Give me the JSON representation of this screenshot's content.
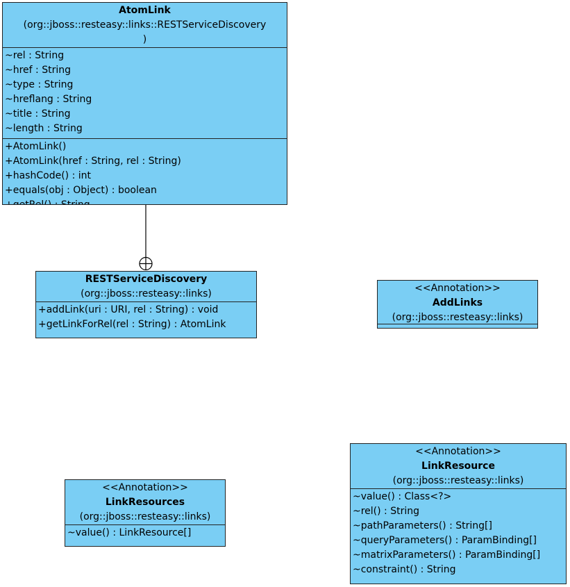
{
  "classes": {
    "atomlink": {
      "name": "AtomLink",
      "package": "(org::jboss::resteasy::links::RESTServiceDiscovery",
      "package_end": ")",
      "attributes": [
        "~rel : String",
        "~href : String",
        "~type : String",
        "~hreflang : String",
        "~title : String",
        "~length : String"
      ],
      "operations": [
        "+AtomLink()",
        "+AtomLink(href : String, rel : String)",
        "+hashCode() : int",
        "+equals(obj : Object) : boolean",
        "+getRel() : String"
      ]
    },
    "rest_service_discovery": {
      "name": "RESTServiceDiscovery",
      "package": "(org::jboss::resteasy::links)",
      "operations": [
        "+addLink(uri : URI, rel : String) : void",
        "+getLinkForRel(rel : String) : AtomLink"
      ]
    },
    "add_links": {
      "stereotype": "<<Annotation>>",
      "name": "AddLinks",
      "package": "(org::jboss::resteasy::links)"
    },
    "link_resources": {
      "stereotype": "<<Annotation>>",
      "name": "LinkResources",
      "package": "(org::jboss::resteasy::links)",
      "operations": [
        "~value() : LinkResource[]"
      ]
    },
    "link_resource": {
      "stereotype": "<<Annotation>>",
      "name": "LinkResource",
      "package": "(org::jboss::resteasy::links)",
      "operations": [
        "~value() : Class<?>",
        "~rel() : String",
        "~pathParameters() : String[]",
        "~queryParameters() : ParamBinding[]",
        "~matrixParameters() : ParamBinding[]",
        "~constraint() : String"
      ]
    }
  },
  "relationships": [
    {
      "type": "nesting",
      "from": "AtomLink",
      "to": "RESTServiceDiscovery"
    }
  ],
  "colors": {
    "class_fill": "#7acef4",
    "border": "#222222"
  }
}
